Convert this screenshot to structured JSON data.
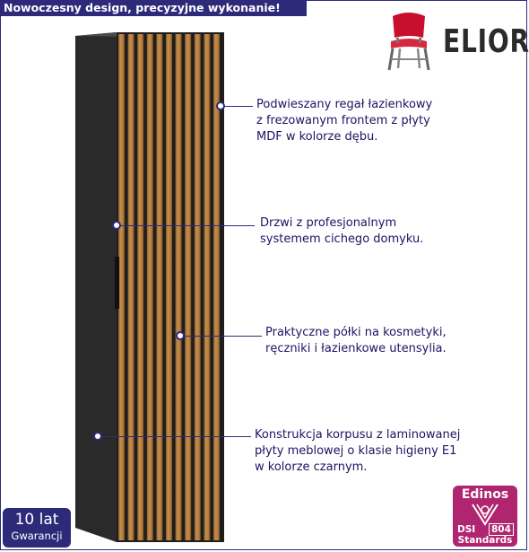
{
  "banner": {
    "text": "Nowoczesny design, precyzyjne wykonanie!"
  },
  "brand": {
    "logo_text": "ELIOR",
    "logo_icon": "red-chair-icon"
  },
  "product": {
    "image": "tall-cabinet-oak-slats",
    "body_color": "#2a2a2a",
    "front_color": "#b07a3c"
  },
  "callouts": [
    {
      "lines": [
        "Podwieszany regał łazienkowy",
        "z frezowanym frontem z płyty",
        "MDF w kolorze dębu."
      ]
    },
    {
      "lines": [
        "Drzwi z profesjonalnym",
        "systemem cichego domyku."
      ]
    },
    {
      "lines": [
        "Praktyczne półki na kosmetyki,",
        "ręczniki i łazienkowe utensylia."
      ]
    },
    {
      "lines": [
        "Konstrukcja korpusu z laminowanej",
        "płyty meblowej o klasie higieny E1",
        "w kolorze czarnym."
      ]
    }
  ],
  "warranty": {
    "years": "10 lat",
    "label": "Gwarancji"
  },
  "certificate": {
    "title": "Edinos",
    "dsi": "DSI",
    "number": "804",
    "standards": "Standards"
  },
  "colors": {
    "accent": "#2d2a7a",
    "certificate": "#b0256f"
  }
}
